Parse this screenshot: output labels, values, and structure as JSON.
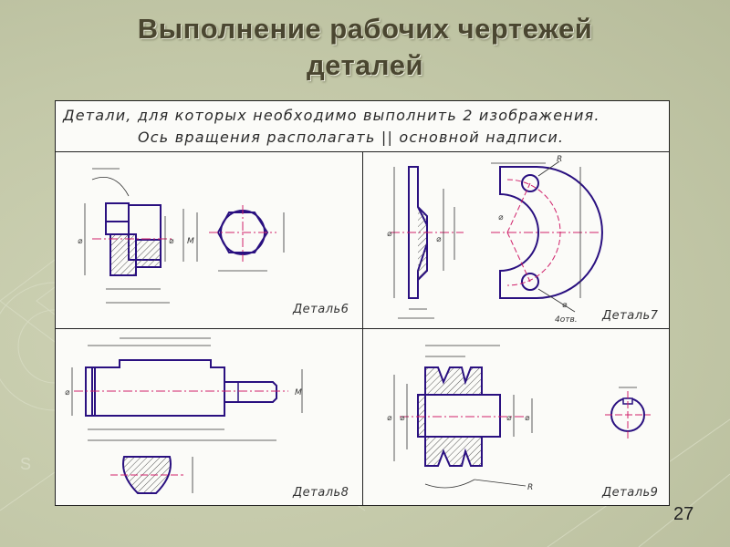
{
  "title_lines": [
    "Выполнение рабочих чертежей",
    "деталей"
  ],
  "header": {
    "line1": "Детали, для которых необходимо выполнить 2 изображения.",
    "line2": "Ось вращения располагать || основной надписи."
  },
  "panels": [
    {
      "label": "Деталь6"
    },
    {
      "label": "Деталь7",
      "note": "4отв."
    },
    {
      "label": "Деталь8"
    },
    {
      "label": "Деталь9"
    }
  ],
  "symbols": {
    "diameter": "⌀",
    "thread": "M",
    "radius": "R"
  },
  "colors": {
    "outline": "#2a1080",
    "axis": "#d0206a",
    "hatch": "#555555",
    "dim": "#333333"
  },
  "page_number": "27"
}
